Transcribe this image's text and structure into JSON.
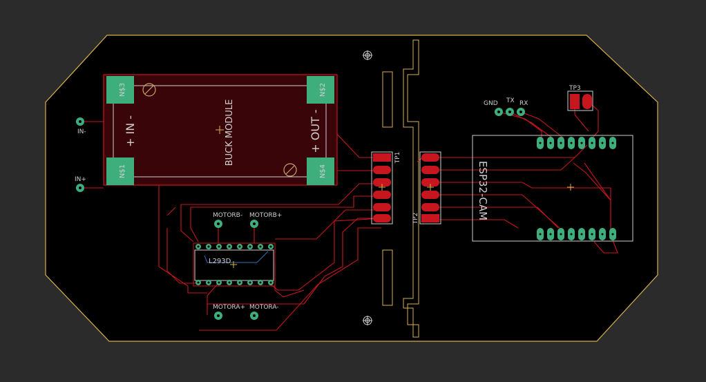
{
  "board": {
    "colors": {
      "background": "#2b2b2b",
      "board_fill": "#000000",
      "outline": "#d8b24a",
      "copper": "#c8161e",
      "silk": "#cfcfcf",
      "pad": "#3fae7d",
      "pad_smd": "#c8161e",
      "hole": "#000000"
    },
    "labels": {
      "buck_module": "BUCK MODULE",
      "in_polarity": "+ IN -",
      "out_polarity": "+ OUT -",
      "n3": "N$3",
      "n2": "N$2",
      "n1": "N$1",
      "n4": "N$4",
      "in_minus": "IN-",
      "in_plus": "IN+",
      "motorb_minus": "MOTORB-",
      "motorb_plus": "MOTORB+",
      "motora_plus": "MOTORA+",
      "motora_minus": "MOTORA-",
      "l293d": "L293D",
      "tp1": "TP1",
      "tp2": "TP2",
      "tp3": "TP3",
      "gnd": "GND",
      "tx": "TX",
      "rx": "RX",
      "esp32": "ESP32-CAM"
    }
  }
}
